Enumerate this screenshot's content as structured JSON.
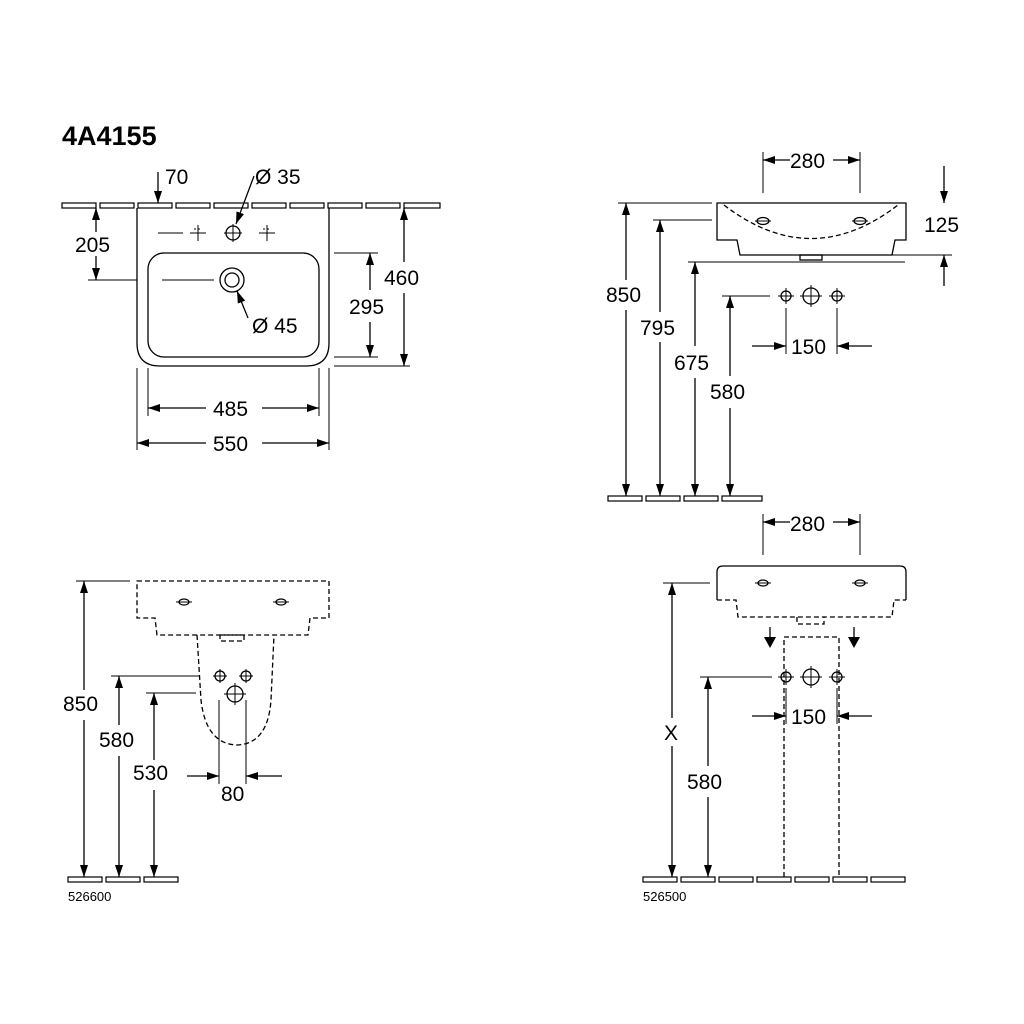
{
  "model": "4A4155",
  "front_view": {
    "d_70": "70",
    "d_tap_hole": "Ø 35",
    "d_205": "205",
    "d_460": "460",
    "d_295": "295",
    "d_overflow": "Ø 45",
    "d_485": "485",
    "d_550": "550"
  },
  "side_view": {
    "d_280": "280",
    "d_125": "125",
    "d_850": "850",
    "d_795": "795",
    "d_675": "675",
    "d_580": "580",
    "d_150": "150"
  },
  "pedestal_semi": {
    "d_850": "850",
    "d_580": "580",
    "d_530": "530",
    "d_80": "80",
    "code": "526600"
  },
  "pedestal_full": {
    "d_280": "280",
    "d_x": "X",
    "d_580": "580",
    "d_150": "150",
    "code": "526500"
  }
}
